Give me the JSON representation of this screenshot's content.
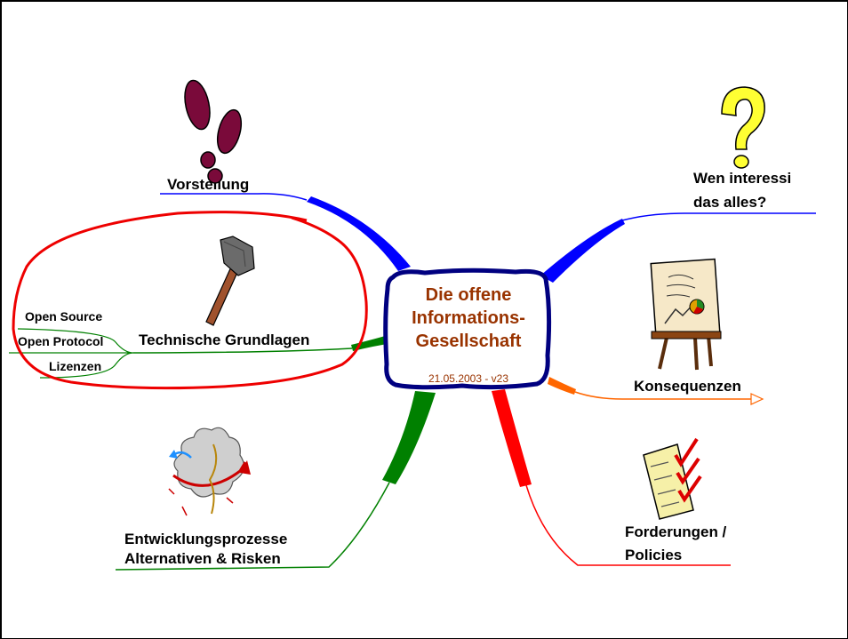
{
  "center": {
    "title_line1": "Die offene",
    "title_line2": "Informations-",
    "title_line3": "Gesellschaft",
    "subtitle": "21.05.2003 - v23"
  },
  "branches": {
    "vorstellung": "Vorstellung",
    "wen_line1": "Wen interessi",
    "wen_line2": "das alles?",
    "technische": "Technische Grundlagen",
    "konsequenzen": "Konsequenzen",
    "entwicklung_line1": "Entwicklungsprozesse",
    "entwicklung_line2": "Alternativen & Risken",
    "forderungen_line1": "Forderungen /",
    "forderungen_line2": "Policies"
  },
  "sub_items": [
    "Open Source",
    "Open Protocol",
    "Lizenzen"
  ],
  "icons": {
    "vorstellung": "footprints-icon",
    "wen": "question-mark-icon",
    "technische": "hammer-icon",
    "konsequenzen": "flipchart-icon",
    "entwicklung": "storm-cloud-icon",
    "forderungen": "checklist-icon"
  },
  "colors": {
    "center_text": "#993300",
    "center_border": "#000080",
    "vorstellung": "#0000ff",
    "wen": "#0000ff",
    "technische": "#008000",
    "konsequenzen": "#ff6600",
    "entwicklung": "#008000",
    "forderungen": "#ff0000",
    "highlight_circle": "#ee0000"
  }
}
